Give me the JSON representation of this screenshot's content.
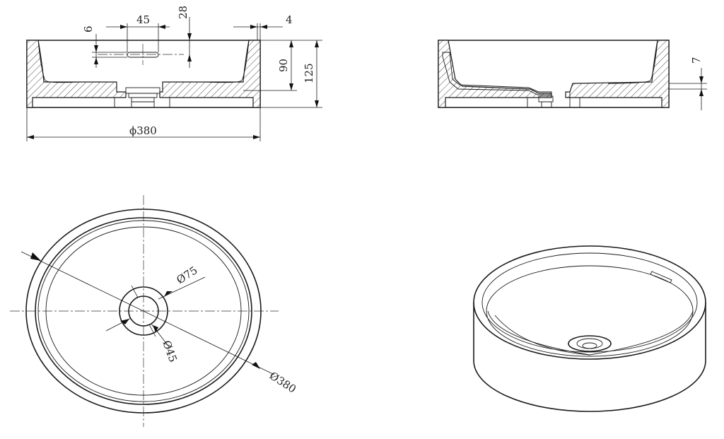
{
  "labels": {
    "top_width": "45",
    "slot_height": "6",
    "slot_offset": "28",
    "rim_thickness": "4",
    "inner_depth": "90",
    "total_height": "125",
    "outer_diameter_front": "ϕ380",
    "side_step": "7",
    "waste_outer": "Ø75",
    "waste_inner": "Ø45",
    "plan_outer": "Ø380"
  }
}
